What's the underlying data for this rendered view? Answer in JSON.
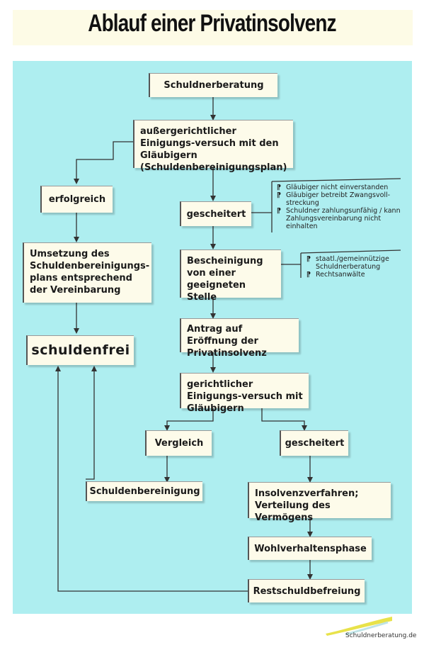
{
  "title": "Ablauf einer Privatinsolvenz",
  "boxes": {
    "schuldnerberatung": "Schuldnerberatung",
    "aussergerichtlich": "außergerichtlicher Einigungs-versuch mit den Gläubigern (Schuldenbereinigungsplan)",
    "erfolgreich": "erfolgreich",
    "gescheitert_1": "gescheitert",
    "umsetzung": "Umsetzung des Schuldenbereinigungs-plans entsprechend der Vereinbarung",
    "schuldenfrei": "schuldenfrei",
    "bescheinigung": "Bescheinigung von einer geeigneten Stelle",
    "antrag": "Antrag auf Eröffnung der Privatinsolvenz",
    "gerichtlich": "gerichtlicher Einigungs-versuch mit Gläubigern",
    "vergleich": "Vergleich",
    "gescheitert_2": "gescheitert",
    "schuldenbereinigung": "Schuldenbereinigung",
    "insolvenzverfahren": "Insolvenzverfahren; Verteilung des Vermögens",
    "wohlverhaltensphase": "Wohlverhaltensphase",
    "restschuldbefreiung": "Restschuldbefreiung"
  },
  "notes": {
    "gescheitert_reasons": [
      "Gläubiger nicht einverstanden",
      "Gläubiger betreibt Zwangsvoll-streckung",
      "Schuldner zahlungsunfähig / kann Zahlungsvereinbarung nicht einhalten"
    ],
    "stellen": [
      "staatl./gemeinnützige Schuldnerberatung",
      "Rechtsanwälte"
    ]
  },
  "bullet_glyph": "⁋",
  "logo": "Schuldnerberatung.de",
  "colors": {
    "panel": "#aeeef0",
    "box": "#fdfbea",
    "title_band": "#fdfbe6",
    "logo_swoosh": "#e8e24a"
  }
}
